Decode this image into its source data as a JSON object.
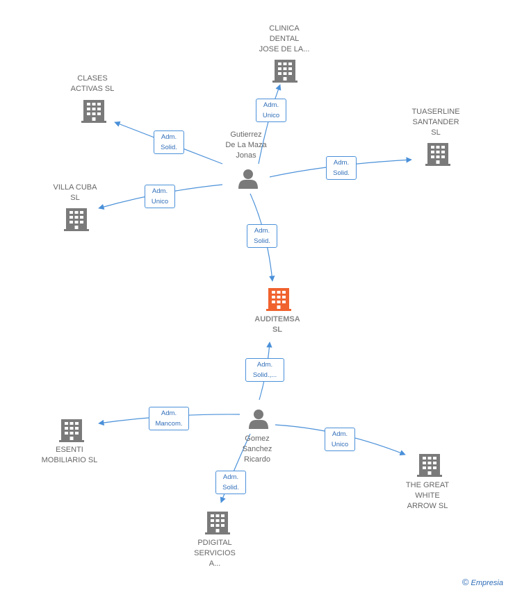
{
  "colors": {
    "edge": "#4a90d9",
    "building": "#7a7a7a",
    "focus": "#f0622e",
    "person": "#7a7a7a"
  },
  "nodes": {
    "clinica": {
      "label": "CLINICA\nDENTAL\nJOSE DE LA..."
    },
    "clases": {
      "label": "CLASES\nACTIVAS SL"
    },
    "tuaserline": {
      "label": "TUASERLINE\nSANTANDER\nSL"
    },
    "villa": {
      "label": "VILLA CUBA\nSL"
    },
    "gutierrez": {
      "label": "Gutierrez\nDe La Maza\nJonas"
    },
    "auditemsa": {
      "label": "AUDITEMSA\nSL"
    },
    "gomez": {
      "label": "Gomez\nSanchez\nRicardo"
    },
    "esenti": {
      "label": "ESENTI\nMOBILIARIO SL"
    },
    "great": {
      "label": "THE GREAT\nWHITE\nARROW  SL"
    },
    "pdigital": {
      "label": "PDIGITAL\nSERVICIOS\nA..."
    }
  },
  "roles": {
    "r_clinica": "Adm.\nUnico",
    "r_clases": "Adm.\nSolid.",
    "r_tuaserline": "Adm.\nSolid.",
    "r_villa": "Adm.\nUnico",
    "r_gut_aud": "Adm.\nSolid.",
    "r_gom_aud": "Adm.\nSolid.,...",
    "r_esenti": "Adm.\nMancom.",
    "r_great": "Adm.\nUnico",
    "r_pdigital": "Adm.\nSolid."
  },
  "copyright": {
    "symbol": "©",
    "brand": "Empresia"
  }
}
